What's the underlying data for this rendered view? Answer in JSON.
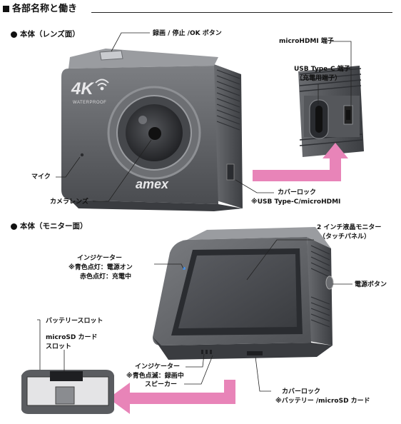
{
  "header": {
    "title": "各部名称と働き"
  },
  "front_section": {
    "title": "本体（レンズ面）",
    "labels": {
      "record_button": "録画 / 停止 /OK ボタン",
      "micro_hdmi": "microHDMI 端子",
      "usb_c_line1": "USB Type-C 端子",
      "usb_c_line2": "（充電用端子）",
      "mic": "マイク",
      "lens": "カメラレンズ",
      "cover_lock": "カバーロック",
      "cover_lock_note": "※USB Type-C/microHDMI"
    },
    "camera_print": {
      "resolution": "4K",
      "waterproof": "WATERPROOF",
      "brand": "amex"
    }
  },
  "back_section": {
    "title": "本体（モニター面）",
    "labels": {
      "monitor_line1": "2 インチ液晶モニター",
      "monitor_line2": "（タッチパネル）",
      "indicator_line1": "インジケーター",
      "indicator_line2": "※青色点灯：電源オン",
      "indicator_line3": "赤色点灯：充電中",
      "power_button": "電源ボタン",
      "battery_slot": "バッテリースロット",
      "microsd_line1": "microSD カード",
      "microsd_line2": "スロット",
      "indicator2_line1": "インジケーター",
      "indicator2_line2": "※青色点滅：録画中",
      "speaker": "スピーカー",
      "cover_lock2": "カバーロック",
      "cover_lock2_note": "※バッテリー /microSD カード"
    }
  },
  "colors": {
    "arrow": "#e884b8",
    "body_dark": "#5a5c60",
    "body_mid": "#8a8c90",
    "lens": "#2a2b2e"
  }
}
